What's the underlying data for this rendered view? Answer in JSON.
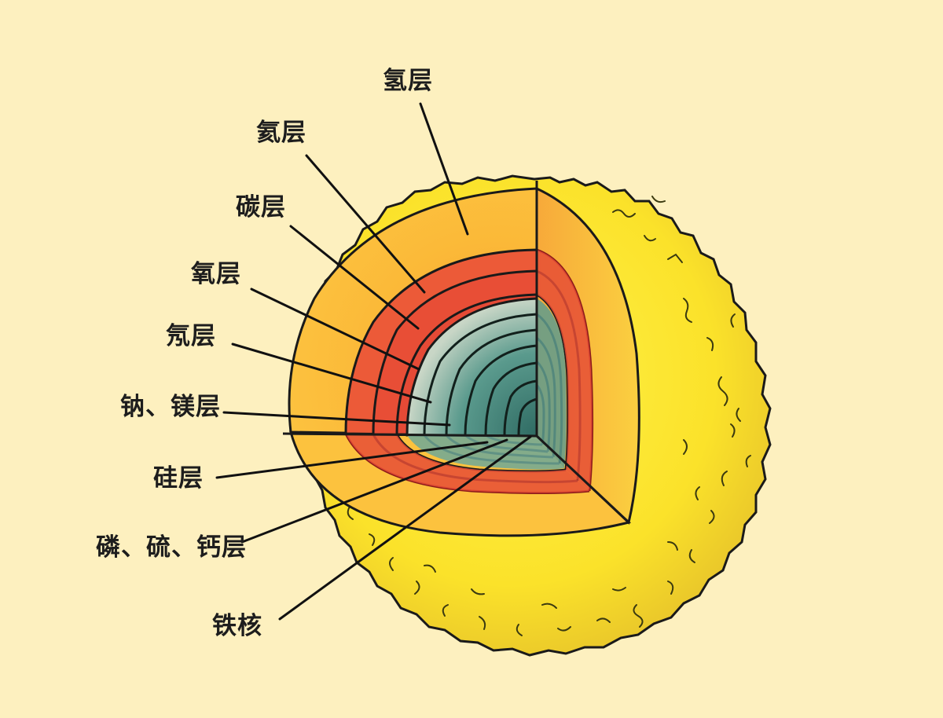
{
  "diagram": {
    "title": "Onion-layer structure of a massive star",
    "colors": {
      "background": "#fdf0bf",
      "outer_envelope": "#f7dc2a",
      "hydrogen_layer": "#f8b42e",
      "red_layers": "#e8503a",
      "core_layers": "#4f8f86",
      "outline": "#1a1a1a"
    },
    "labels": [
      {
        "id": "hydrogen",
        "text": "氢层"
      },
      {
        "id": "helium",
        "text": "氦层"
      },
      {
        "id": "carbon",
        "text": "碳层"
      },
      {
        "id": "oxygen",
        "text": "氧层"
      },
      {
        "id": "neon",
        "text": "氖层"
      },
      {
        "id": "sodium-magnesium",
        "text": "钠、镁层"
      },
      {
        "id": "silicon",
        "text": "硅层"
      },
      {
        "id": "phosphorus-sulfur-calcium",
        "text": "磷、硫、钙层"
      },
      {
        "id": "iron-core",
        "text": "铁核"
      }
    ]
  }
}
